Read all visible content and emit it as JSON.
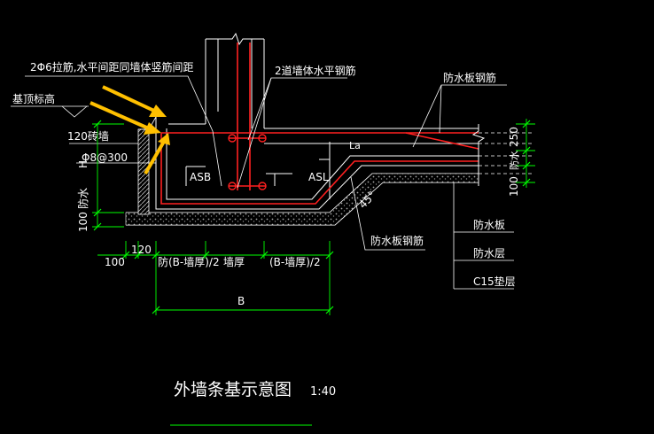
{
  "drawing": {
    "title": "外墙条基示意图",
    "scale": "1:40"
  },
  "labels": {
    "tie_bar": "2Φ6拉筋,水平间距同墙体竖筋间距",
    "wall_horizontal_bar": "2道墙体水平钢筋",
    "slab_rebar_top": "防水板钢筋",
    "slab_rebar_bottom": "防水板钢筋",
    "foundation_top_elev": "基顶标高",
    "brick_wall": "120砖墙",
    "stirrup": "Φ8@300",
    "h": "H",
    "waterproof_side": "防水",
    "asb": "ASB",
    "asl": "ASL",
    "la": "La",
    "angle": "45°",
    "dim_250": "250",
    "dim_wp_right": "防水",
    "dim_100_right": "100"
  },
  "legend": {
    "items": [
      "防水板",
      "防水层",
      "C15垫层"
    ]
  },
  "dimensions": {
    "bottom_100": "100",
    "bottom_120": "120",
    "seg_left": "防(B-墙厚)/2",
    "seg_wall": "墙厚",
    "seg_right": "(B-墙厚)/2",
    "b_total": "B",
    "left_100": "100"
  },
  "colors": {
    "background": "#000000",
    "line_white": "#ffffff",
    "rebar_red": "#ff2020",
    "dim_green": "#00ff00",
    "arrow_yellow": "#ffc000",
    "hatch_gray": "#9a9a9a",
    "brick": "#c8c8c8"
  }
}
